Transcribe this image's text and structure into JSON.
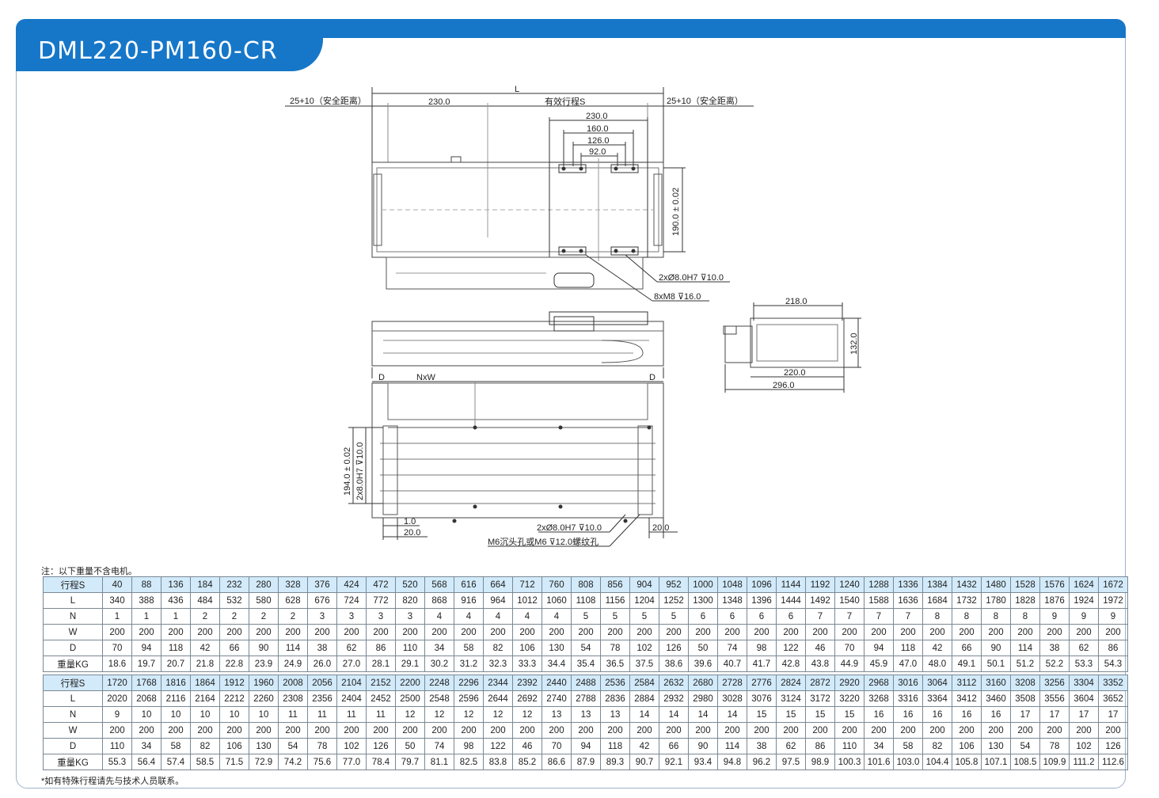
{
  "title": "DML220-PM160-CR",
  "colors": {
    "accent": "#1677c9",
    "table_header": "#d2eafa"
  },
  "drawing": {
    "length_label": "L",
    "safety_left": "25+10（安全距离）",
    "safety_right": "25+10（安全距离）",
    "dim_230": "230.0",
    "effective_stroke": "有效行程S",
    "carriage_230": "230.0",
    "carriage_160": "160.0",
    "carriage_126": "126.0",
    "carriage_92": "92.0",
    "height_190": "190.0 ± 0.02",
    "pin_hole_top": "2xØ8.0H7 ⊽10.0",
    "thread_top": "8xM8 ⊽16.0",
    "end_218": "218.0",
    "end_132": "132.0",
    "end_220": "220.0",
    "end_296": "296.0",
    "d_left": "D",
    "nxw": "NxW",
    "d_right": "D",
    "base_194": "194.0 ± 0.02",
    "base_pin": "2x8.0H7 ⊽10.0",
    "dim_1": "1.0",
    "dim_20_left": "20.0",
    "dim_20_right": "20.0",
    "pin_hole_bottom": "2xØ8.0H7 ⊽10.0",
    "m6_note": "M6沉头孔或M6 ⊽12.0螺纹孔"
  },
  "notes": {
    "weight_note": "注：以下重量不含电机。",
    "footer_note": "*如有特殊行程请先与技术人员联系。"
  },
  "table1": {
    "labels": [
      "行程S",
      "L",
      "N",
      "W",
      "D",
      "重量KG"
    ],
    "rows": [
      [
        "40",
        "88",
        "136",
        "184",
        "232",
        "280",
        "328",
        "376",
        "424",
        "472",
        "520",
        "568",
        "616",
        "664",
        "712",
        "760",
        "808",
        "856",
        "904",
        "952",
        "1000",
        "1048",
        "1096",
        "1144",
        "1192",
        "1240",
        "1288",
        "1336",
        "1384",
        "1432",
        "1480",
        "1528",
        "1576",
        "1624",
        "1672"
      ],
      [
        "340",
        "388",
        "436",
        "484",
        "532",
        "580",
        "628",
        "676",
        "724",
        "772",
        "820",
        "868",
        "916",
        "964",
        "1012",
        "1060",
        "1108",
        "1156",
        "1204",
        "1252",
        "1300",
        "1348",
        "1396",
        "1444",
        "1492",
        "1540",
        "1588",
        "1636",
        "1684",
        "1732",
        "1780",
        "1828",
        "1876",
        "1924",
        "1972"
      ],
      [
        "1",
        "1",
        "1",
        "2",
        "2",
        "2",
        "2",
        "3",
        "3",
        "3",
        "3",
        "4",
        "4",
        "4",
        "4",
        "4",
        "5",
        "5",
        "5",
        "5",
        "6",
        "6",
        "6",
        "6",
        "7",
        "7",
        "7",
        "7",
        "8",
        "8",
        "8",
        "8",
        "9",
        "9",
        "9"
      ],
      [
        "200",
        "200",
        "200",
        "200",
        "200",
        "200",
        "200",
        "200",
        "200",
        "200",
        "200",
        "200",
        "200",
        "200",
        "200",
        "200",
        "200",
        "200",
        "200",
        "200",
        "200",
        "200",
        "200",
        "200",
        "200",
        "200",
        "200",
        "200",
        "200",
        "200",
        "200",
        "200",
        "200",
        "200",
        "200"
      ],
      [
        "70",
        "94",
        "118",
        "42",
        "66",
        "90",
        "114",
        "38",
        "62",
        "86",
        "110",
        "34",
        "58",
        "82",
        "106",
        "130",
        "54",
        "78",
        "102",
        "126",
        "50",
        "74",
        "98",
        "122",
        "46",
        "70",
        "94",
        "118",
        "42",
        "66",
        "90",
        "114",
        "38",
        "62",
        "86"
      ],
      [
        "18.6",
        "19.7",
        "20.7",
        "21.8",
        "22.8",
        "23.9",
        "24.9",
        "26.0",
        "27.0",
        "28.1",
        "29.1",
        "30.2",
        "31.2",
        "32.3",
        "33.3",
        "34.4",
        "35.4",
        "36.5",
        "37.5",
        "38.6",
        "39.6",
        "40.7",
        "41.7",
        "42.8",
        "43.8",
        "44.9",
        "45.9",
        "47.0",
        "48.0",
        "49.1",
        "50.1",
        "51.2",
        "52.2",
        "53.3",
        "54.3"
      ]
    ]
  },
  "table2": {
    "labels": [
      "行程S",
      "L",
      "N",
      "W",
      "D",
      "重量KG"
    ],
    "rows": [
      [
        "1720",
        "1768",
        "1816",
        "1864",
        "1912",
        "1960",
        "2008",
        "2056",
        "2104",
        "2152",
        "2200",
        "2248",
        "2296",
        "2344",
        "2392",
        "2440",
        "2488",
        "2536",
        "2584",
        "2632",
        "2680",
        "2728",
        "2776",
        "2824",
        "2872",
        "2920",
        "2968",
        "3016",
        "3064",
        "3112",
        "3160",
        "3208",
        "3256",
        "3304",
        "3352"
      ],
      [
        "2020",
        "2068",
        "2116",
        "2164",
        "2212",
        "2260",
        "2308",
        "2356",
        "2404",
        "2452",
        "2500",
        "2548",
        "2596",
        "2644",
        "2692",
        "2740",
        "2788",
        "2836",
        "2884",
        "2932",
        "2980",
        "3028",
        "3076",
        "3124",
        "3172",
        "3220",
        "3268",
        "3316",
        "3364",
        "3412",
        "3460",
        "3508",
        "3556",
        "3604",
        "3652"
      ],
      [
        "9",
        "10",
        "10",
        "10",
        "10",
        "10",
        "11",
        "11",
        "11",
        "11",
        "12",
        "12",
        "12",
        "12",
        "12",
        "13",
        "13",
        "13",
        "14",
        "14",
        "14",
        "14",
        "15",
        "15",
        "15",
        "15",
        "16",
        "16",
        "16",
        "16",
        "16",
        "17",
        "17",
        "17",
        "17"
      ],
      [
        "200",
        "200",
        "200",
        "200",
        "200",
        "200",
        "200",
        "200",
        "200",
        "200",
        "200",
        "200",
        "200",
        "200",
        "200",
        "200",
        "200",
        "200",
        "200",
        "200",
        "200",
        "200",
        "200",
        "200",
        "200",
        "200",
        "200",
        "200",
        "200",
        "200",
        "200",
        "200",
        "200",
        "200",
        "200"
      ],
      [
        "110",
        "34",
        "58",
        "82",
        "106",
        "130",
        "54",
        "78",
        "102",
        "126",
        "50",
        "74",
        "98",
        "122",
        "46",
        "70",
        "94",
        "118",
        "42",
        "66",
        "90",
        "114",
        "38",
        "62",
        "86",
        "110",
        "34",
        "58",
        "82",
        "106",
        "130",
        "54",
        "78",
        "102",
        "126"
      ],
      [
        "55.3",
        "56.4",
        "57.4",
        "58.5",
        "71.5",
        "72.9",
        "74.2",
        "75.6",
        "77.0",
        "78.4",
        "79.7",
        "81.1",
        "82.5",
        "83.8",
        "85.2",
        "86.6",
        "87.9",
        "89.3",
        "90.7",
        "92.1",
        "93.4",
        "94.8",
        "96.2",
        "97.5",
        "98.9",
        "100.3",
        "101.6",
        "103.0",
        "104.4",
        "105.8",
        "107.1",
        "108.5",
        "109.9",
        "111.2",
        "112.6"
      ]
    ]
  }
}
